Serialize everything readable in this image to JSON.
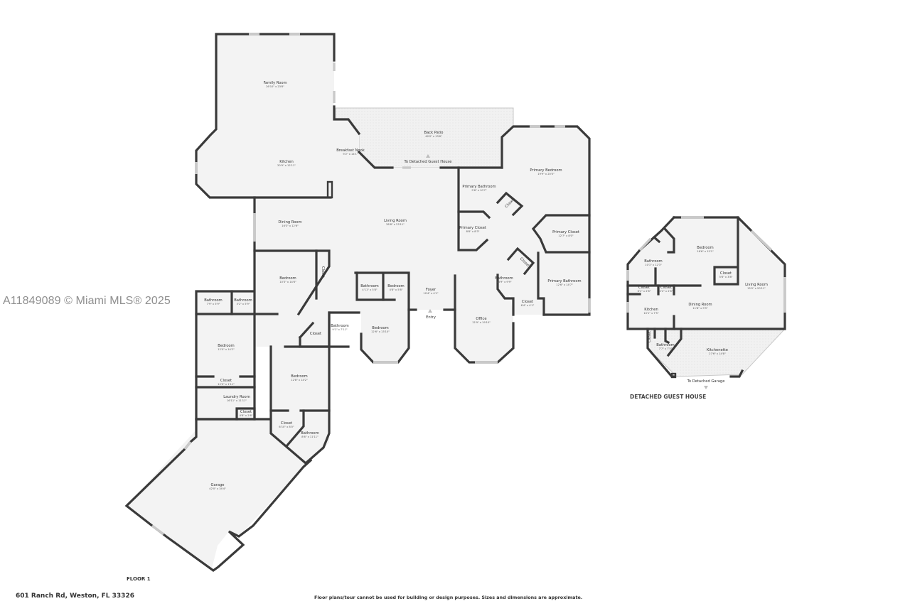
{
  "watermark": "A11849089 © Miami MLS® 2025",
  "floor_label": "FLOOR 1",
  "guest_house_label": "DETACHED GUEST HOUSE",
  "address": "601 Ranch Rd, Weston, FL 33326",
  "disclaimer": "Floor plans/tour cannot be used for building or design purposes. Sizes and dimensions are approximate.",
  "colors": {
    "wall": "#3a3a3a",
    "floor": "#f3f3f3",
    "window": "#c9c9c9",
    "watermark": "#8f8f8f"
  },
  "main_house": {
    "rooms": [
      {
        "name": "Family Room",
        "dims": "26'10\" x 23'8\""
      },
      {
        "name": "Kitchen",
        "dims": "20'9\" x 12'11\""
      },
      {
        "name": "Breakfast Nook",
        "dims": "9'2\" x 14'1\""
      },
      {
        "name": "Back Patio",
        "dims": "40'0\" x 13'6\""
      },
      {
        "name": "Primary Bedroom",
        "dims": "19'9\" x 20'0\""
      },
      {
        "name": "Primary Bathroom",
        "dims": "9'6\" x 10'7\""
      },
      {
        "name": "Closet",
        "dims": "5'2\" x 7'10\""
      },
      {
        "name": "Dining Room",
        "dims": "16'3\" x 12'6\""
      },
      {
        "name": "Living Room",
        "dims": "28'8\" x 23'11\""
      },
      {
        "name": "Primary Closet",
        "dims": "8'8\" x 8'3\""
      },
      {
        "name": "Primary Closet",
        "dims": "12'7\" x 8'0\""
      },
      {
        "name": "Closet",
        "dims": "5'7\" x 3'1\""
      },
      {
        "name": "Bedroom",
        "dims": "10'3\" x 14'6\""
      },
      {
        "name": "Closet",
        "dims": "2'6\" x 6'3\""
      },
      {
        "name": "Bathroom",
        "dims": "7'9\" x 5'9\""
      },
      {
        "name": "Bathroom",
        "dims": "5'2\" x 5'9\""
      },
      {
        "name": "Bathroom",
        "dims": "4'11\" x 5'8\""
      },
      {
        "name": "Bedroom",
        "dims": "4'8\" x 5'8\""
      },
      {
        "name": "Foyer",
        "dims": "10'4\" x 4'1\""
      },
      {
        "name": "Bathroom",
        "dims": "13'9\" x 9'9\""
      },
      {
        "name": "Primary Bathroom",
        "dims": "12'6\" x 14'7\""
      },
      {
        "name": "Closet",
        "dims": "6'4\" x 4'1\""
      },
      {
        "name": "Bedroom",
        "dims": "12'0\" x 14'2\""
      },
      {
        "name": "Closet",
        "dims": ""
      },
      {
        "name": "Bathroom",
        "dims": "9'1\" x 7'11\""
      },
      {
        "name": "Bedroom",
        "dims": "12'6\" x 13'10\""
      },
      {
        "name": "Office",
        "dims": "12'9\" x 19'10\""
      },
      {
        "name": "Closet",
        "dims": "12'0\" x 1'11\""
      },
      {
        "name": "Bedroom",
        "dims": "12'8\" x 14'2\""
      },
      {
        "name": "Laundry Room",
        "dims": "16'11\" x 11'11\""
      },
      {
        "name": "Closet",
        "dims": "4'8\" x 2'6\""
      },
      {
        "name": "Closet",
        "dims": "6'10\" x 8'0\""
      },
      {
        "name": "Bathroom",
        "dims": "8'6\" x 11'11\""
      },
      {
        "name": "Garage",
        "dims": "42'0\" x 34'4\""
      }
    ],
    "annotations": {
      "to_guest_house": "To Detached Guest House",
      "entry": "Entry"
    }
  },
  "guest_house": {
    "rooms": [
      {
        "name": "Bedroom",
        "dims": "16'6\" x 15'1\""
      },
      {
        "name": "Bathroom",
        "dims": "10'1\" x 12'3\""
      },
      {
        "name": "Closet",
        "dims": "5'6\" x 3'8\""
      },
      {
        "name": "Living Room",
        "dims": "13'0\" x 20'11\""
      },
      {
        "name": "Closet",
        "dims": "6'1\" x 2'6\""
      },
      {
        "name": "Closet",
        "dims": "2'2\" x 2'6\""
      },
      {
        "name": "Dining Room",
        "dims": "11'8\" x 9'9\""
      },
      {
        "name": "Kitchen",
        "dims": "10'1\" x 7'5\""
      },
      {
        "name": "Closet",
        "dims": ""
      },
      {
        "name": "Bathroom",
        "dims": "7'7\" x 7'5\""
      },
      {
        "name": "Kitchenette",
        "dims": "27'6\" x 14'8\""
      }
    ],
    "annotations": {
      "to_garage": "To Detached Garage"
    }
  }
}
